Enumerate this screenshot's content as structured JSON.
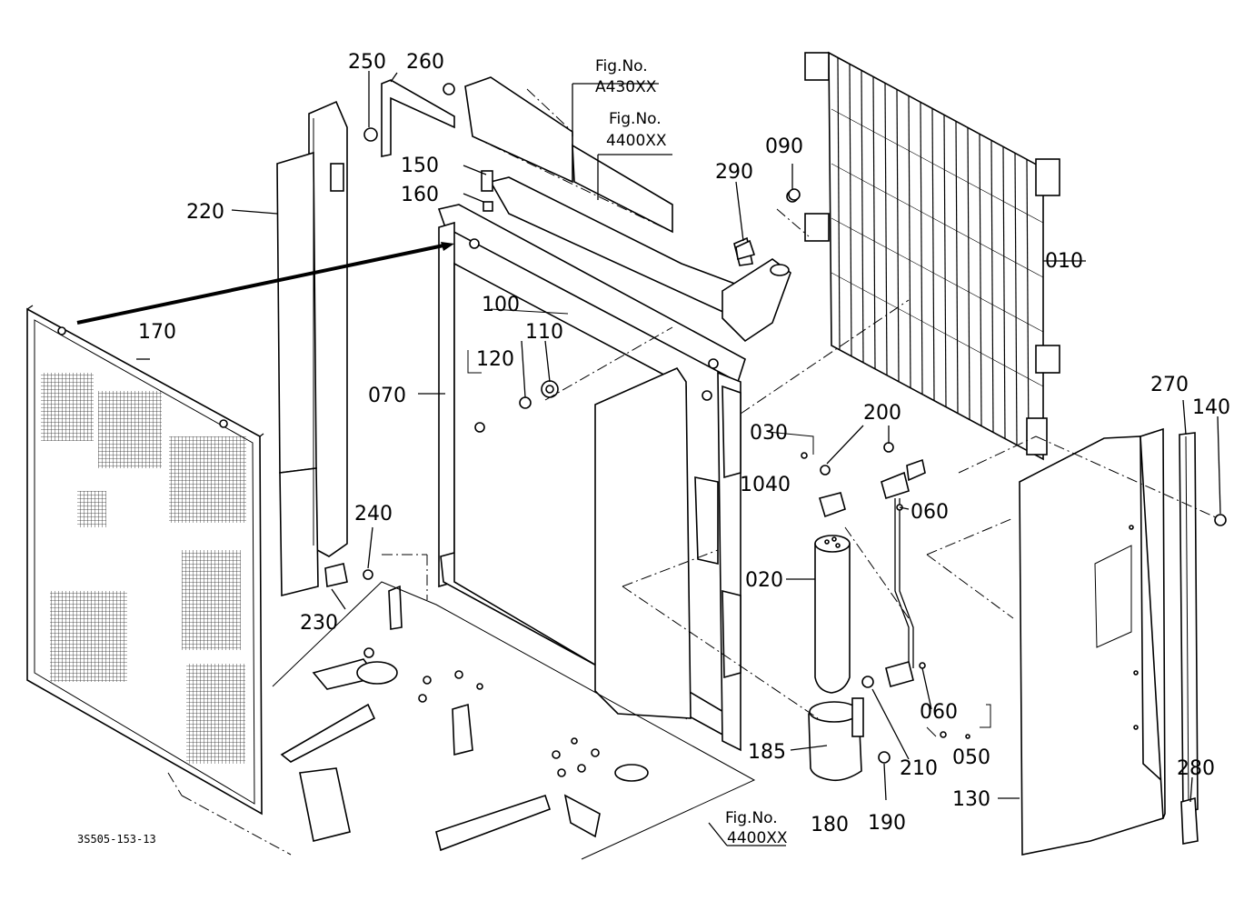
{
  "labels": {
    "p010": "010",
    "p020": "020",
    "p030": "030",
    "p050": "050",
    "p060a": "060",
    "p060b": "060",
    "p070": "070",
    "p090": "090",
    "p100": "100",
    "p110": "110",
    "p120": "120",
    "p130": "130",
    "p140": "140",
    "p150": "150",
    "p160": "160",
    "p170": "170",
    "p180": "180",
    "p185": "185",
    "p190": "190",
    "p200": "200",
    "p210": "210",
    "p220": "220",
    "p230": "230",
    "p240": "240",
    "p250": "250",
    "p260": "260",
    "p270": "270",
    "p280": "280",
    "p290": "290",
    "p1040": "1040"
  },
  "refs": {
    "a430_title": "Fig.No.",
    "a430_code": "A430XX",
    "r4400_top_title": "Fig.No.",
    "r4400_top_code": "4400XX",
    "r4400_bot_title": "Fig.No.",
    "r4400_bot_code": "4400XX"
  },
  "drawing_code": "3S505-153-13"
}
